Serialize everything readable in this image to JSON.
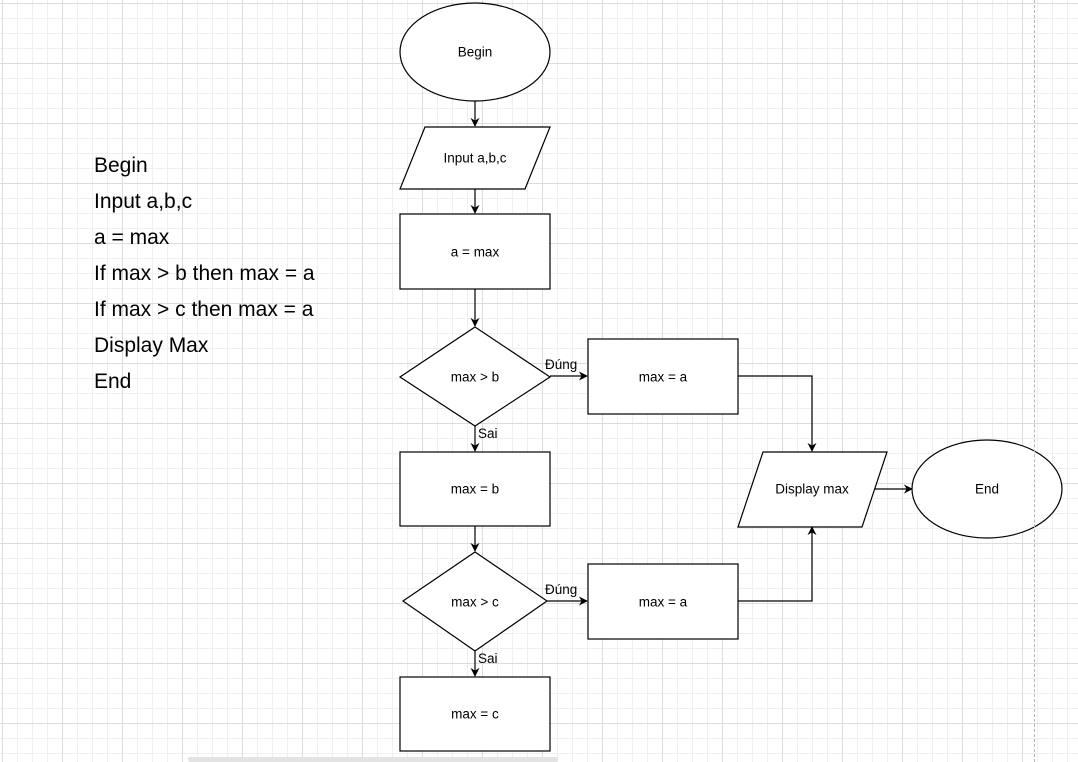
{
  "pseudocode": {
    "lines": [
      "Begin",
      "Input a,b,c",
      "a = max",
      "If max > b then max = a",
      "If max > c then max = a",
      "Display Max",
      "End"
    ]
  },
  "flowchart": {
    "nodes": {
      "begin": "Begin",
      "input": "Input a,b,c",
      "assign_a": "a = max",
      "check_b": "max > b",
      "true_b_assign": "max = a",
      "assign_b": "max = b",
      "check_c": "max > c",
      "true_c_assign": "max = a",
      "assign_c": "max = c",
      "display": "Display max",
      "end": "End"
    },
    "edge_labels": {
      "true_b": "Đúng",
      "false_b": "Sai",
      "true_c": "Đúng",
      "false_c": "Sai"
    }
  },
  "colors": {
    "stroke": "#000000",
    "fill": "#ffffff",
    "grid_major": "#dcdcdc",
    "grid_minor": "#efefef"
  }
}
